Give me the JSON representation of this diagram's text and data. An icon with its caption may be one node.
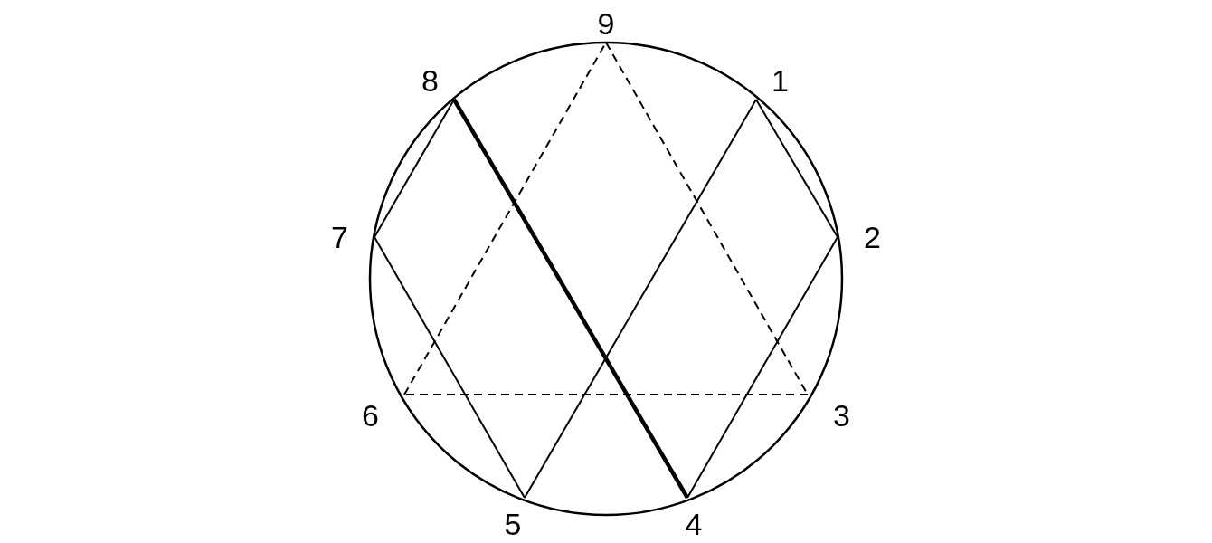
{
  "diagram": {
    "nodes": [
      {
        "text": [
          "9"
        ]
      },
      {
        "text": [
          "8"
        ]
      },
      {
        "text": [
          "1"
        ]
      },
      {
        "text": [
          "7"
        ]
      },
      {
        "text": [
          "2"
        ]
      },
      {
        "text": [
          "6"
        ]
      },
      {
        "text": [
          "3"
        ]
      },
      {
        "text": [
          "5"
        ]
      },
      {
        "text": [
          "4"
        ]
      }
    ],
    "edges": [
      {
        "from": 1,
        "to": 3,
        "arrow": "none"
      },
      {
        "from": 3,
        "to": 7,
        "arrow": "none"
      },
      {
        "from": 7,
        "to": 2,
        "arrow": "none"
      },
      {
        "from": 2,
        "to": 4,
        "arrow": "none"
      },
      {
        "from": 4,
        "to": 8,
        "arrow": "none"
      },
      {
        "from": 8,
        "to": 1,
        "arrow": "none",
        "style": "thick"
      },
      {
        "from": 0,
        "to": 6,
        "arrow": "none",
        "style": "dashed"
      },
      {
        "from": 6,
        "to": 5,
        "arrow": "none",
        "style": "dashed"
      },
      {
        "from": 5,
        "to": 0,
        "arrow": "none",
        "style": "dashed"
      }
    ]
  }
}
